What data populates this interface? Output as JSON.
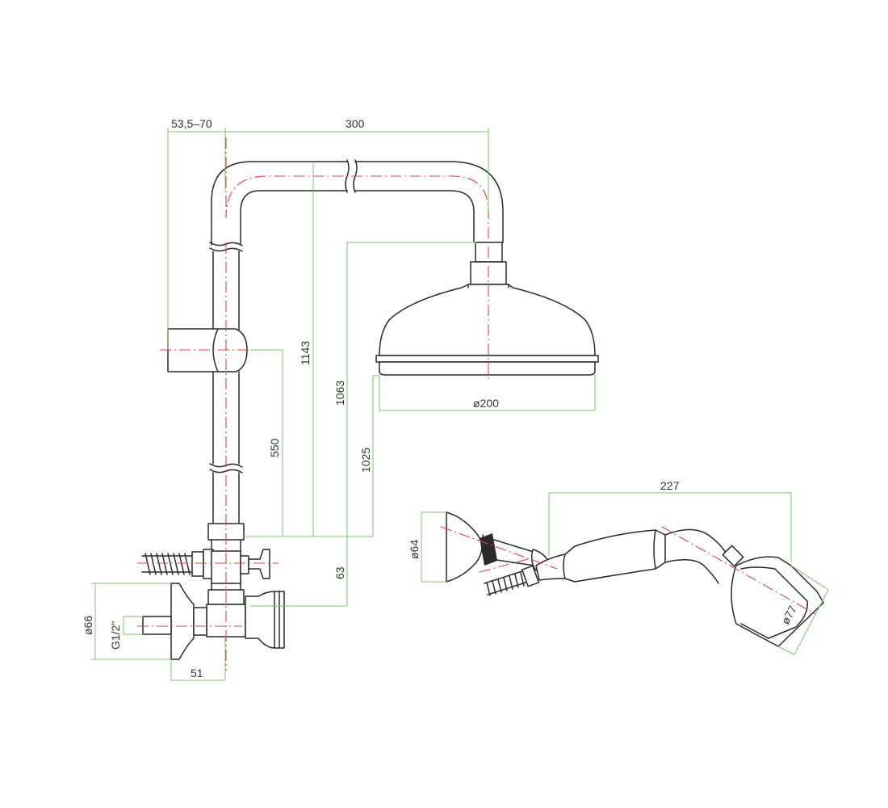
{
  "colors": {
    "outline": "#2a2a2a",
    "centerline": "#d9434a",
    "dimension": "#7fc46a",
    "background": "#ffffff"
  },
  "dimensions": {
    "wall_offset": "53,5–70",
    "arm_projection": "300",
    "total_height": "1143",
    "head_height": "1063",
    "head_face_height": "1025",
    "slider_height": "550",
    "outlet_offset": "63",
    "head_diameter": "ø200",
    "rose_diameter": "ø66",
    "inlet_thread": "G1/2\"",
    "inlet_projection": "51",
    "handset_length": "227",
    "handset_holder_diameter": "ø64",
    "handset_face_diameter": "ø77"
  }
}
